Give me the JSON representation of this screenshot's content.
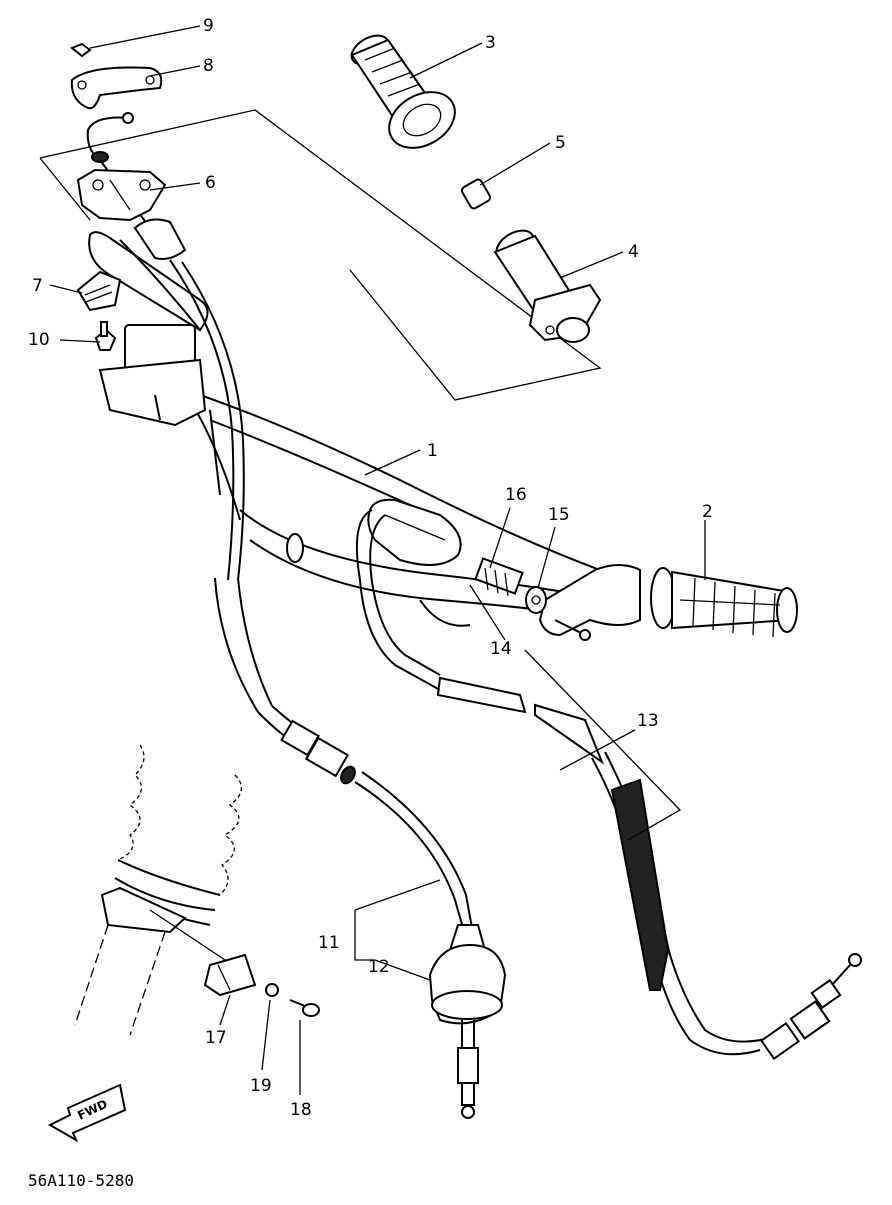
{
  "diagram": {
    "callouts": [
      "1",
      "2",
      "3",
      "4",
      "5",
      "6",
      "7",
      "8",
      "9",
      "10",
      "11",
      "12",
      "13",
      "14",
      "15",
      "16",
      "17",
      "18",
      "19"
    ],
    "fwd_label": "FWD",
    "drawing_code": "56A110-5280"
  }
}
